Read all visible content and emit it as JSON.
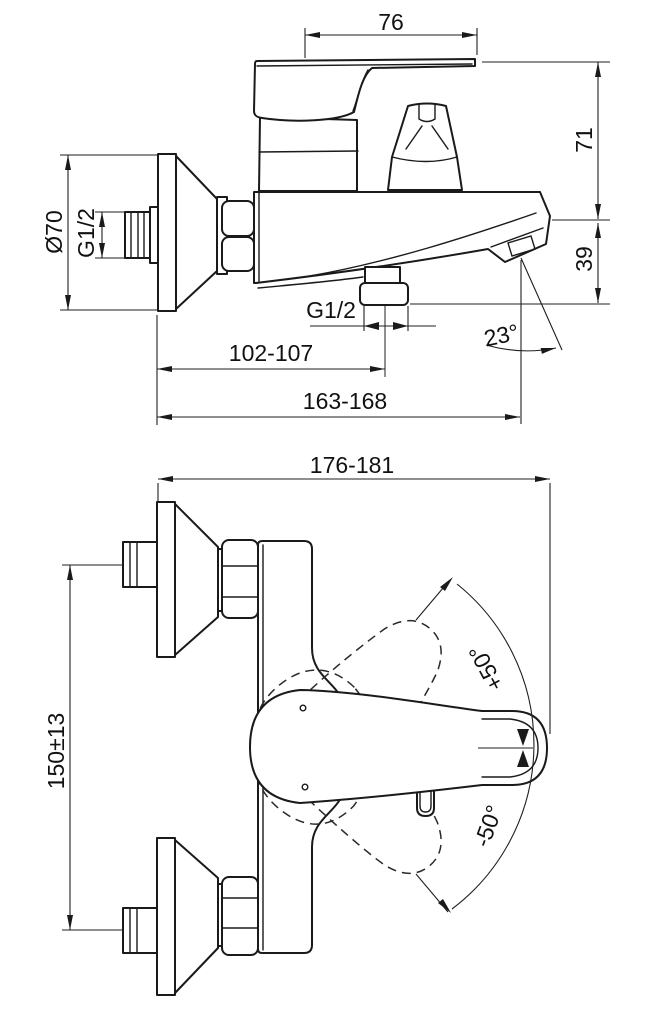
{
  "drawing": {
    "title": "Bath mixer installation drawing",
    "background_color": "#ffffff",
    "line_color": "#1a1a1a",
    "top_view": {
      "name": "side-elevation",
      "dims": {
        "handle_length": "76",
        "height_upper": "71",
        "height_lower": "39",
        "flange_diameter": "Ø70",
        "inlet_thread": "G1/2",
        "shower_outlet_thread": "G1/2",
        "wall_to_shower_outlet": "102-107",
        "wall_to_spout_tip": "163-168",
        "spout_angle": "23°"
      }
    },
    "bottom_view": {
      "name": "plan-view",
      "dims": {
        "total_depth": "176-181",
        "inlet_spacing": "150±13",
        "handle_swing_up": "+50°",
        "handle_swing_down": "-50°"
      }
    }
  }
}
